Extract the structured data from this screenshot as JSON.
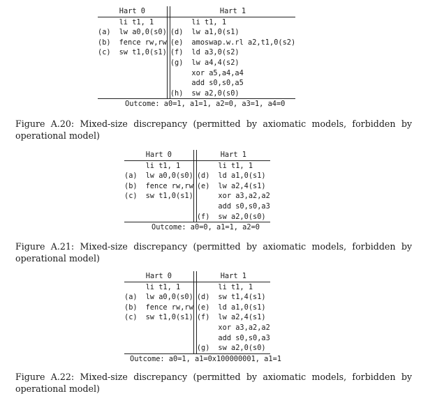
{
  "figures": [
    {
      "hart0_header": "Hart 0",
      "hart1_header": "Hart 1",
      "rows": [
        {
          "l0": "",
          "c0": "li t1, 1",
          "l1": "",
          "c1": "li t1, 1"
        },
        {
          "l0": "(a)",
          "c0": "lw a0,0(s0)",
          "l1": "(d)",
          "c1": "lw a1,0(s1)"
        },
        {
          "l0": "(b)",
          "c0": "fence rw,rw",
          "l1": "(e)",
          "c1": "amoswap.w.rl a2,t1,0(s2)"
        },
        {
          "l0": "(c)",
          "c0": "sw t1,0(s1)",
          "l1": "(f)",
          "c1": "ld a3,0(s2)"
        },
        {
          "l0": "",
          "c0": "",
          "l1": "(g)",
          "c1": "lw a4,4(s2)"
        },
        {
          "l0": "",
          "c0": "",
          "l1": "",
          "c1": "xor a5,a4,a4"
        },
        {
          "l0": "",
          "c0": "",
          "l1": "",
          "c1": "add s0,s0,a5"
        },
        {
          "l0": "",
          "c0": "",
          "l1": "(h)",
          "c1": "sw a2,0(s0)"
        }
      ],
      "outcome": "Outcome:  a0=1, a1=1, a2=0, a3=1, a4=0",
      "caption": "Figure A.20: Mixed-size discrepancy (permitted by axiomatic models, forbidden by operational model)"
    },
    {
      "hart0_header": "Hart 0",
      "hart1_header": "Hart 1",
      "rows": [
        {
          "l0": "",
          "c0": "li t1, 1",
          "l1": "",
          "c1": "li t1, 1"
        },
        {
          "l0": "(a)",
          "c0": "lw a0,0(s0)",
          "l1": "(d)",
          "c1": "ld a1,0(s1)"
        },
        {
          "l0": "(b)",
          "c0": "fence rw,rw",
          "l1": "(e)",
          "c1": "lw a2,4(s1)"
        },
        {
          "l0": "(c)",
          "c0": "sw t1,0(s1)",
          "l1": "",
          "c1": "xor a3,a2,a2"
        },
        {
          "l0": "",
          "c0": "",
          "l1": "",
          "c1": "add s0,s0,a3"
        },
        {
          "l0": "",
          "c0": "",
          "l1": "(f)",
          "c1": "sw a2,0(s0)"
        }
      ],
      "outcome": "Outcome:  a0=0, a1=1, a2=0",
      "caption": "Figure A.21: Mixed-size discrepancy (permitted by axiomatic models, forbidden by operational model)"
    },
    {
      "hart0_header": "Hart 0",
      "hart1_header": "Hart 1",
      "rows": [
        {
          "l0": "",
          "c0": "li t1, 1",
          "l1": "",
          "c1": "li t1, 1"
        },
        {
          "l0": "(a)",
          "c0": "lw a0,0(s0)",
          "l1": "(d)",
          "c1": "sw t1,4(s1)"
        },
        {
          "l0": "(b)",
          "c0": "fence rw,rw",
          "l1": "(e)",
          "c1": "ld a1,0(s1)"
        },
        {
          "l0": "(c)",
          "c0": "sw t1,0(s1)",
          "l1": "(f)",
          "c1": "lw a2,4(s1)"
        },
        {
          "l0": "",
          "c0": "",
          "l1": "",
          "c1": "xor a3,a2,a2"
        },
        {
          "l0": "",
          "c0": "",
          "l1": "",
          "c1": "add s0,s0,a3"
        },
        {
          "l0": "",
          "c0": "",
          "l1": "(g)",
          "c1": "sw a2,0(s0)"
        }
      ],
      "outcome": "Outcome:  a0=1, a1=0x100000001, a1=1",
      "caption": "Figure A.22: Mixed-size discrepancy (permitted by axiomatic models, forbidden by operational model)"
    }
  ]
}
